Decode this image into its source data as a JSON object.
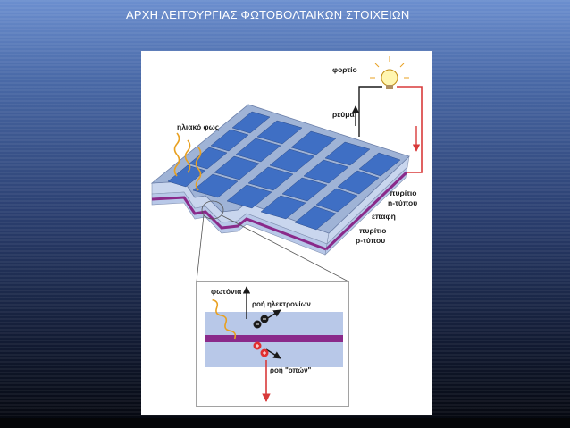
{
  "slide": {
    "title": "ΑΡΧΗ ΛΕΙΤΟΥΡΓΙΑΣ ΦΩΤΟΒΟΛΤΑΙΚΩΝ ΣΤΟΙΧΕΙΩΝ"
  },
  "diagram": {
    "labels": {
      "load": "φορτίο",
      "current": "ρεύμα",
      "sunlight": "ηλιακό φως",
      "n_silicon_1": "πυρίτιο",
      "n_silicon_2": "n-τύπου",
      "junction": "επαφή",
      "p_silicon_1": "πυρίτιο",
      "p_silicon_2": "p-τύπου",
      "photons": "φωτόνια",
      "electron_flow": "ροή ηλεκτρονίων",
      "hole_flow": "ροή \"οπών\""
    },
    "colors": {
      "panel_cell": "#3f6fc4",
      "panel_edge": "#9fb3d6",
      "junction": "#8a2a8a",
      "wire": "#d83a3a",
      "light": "#e8a020",
      "layer": "#b8c8e8"
    }
  }
}
